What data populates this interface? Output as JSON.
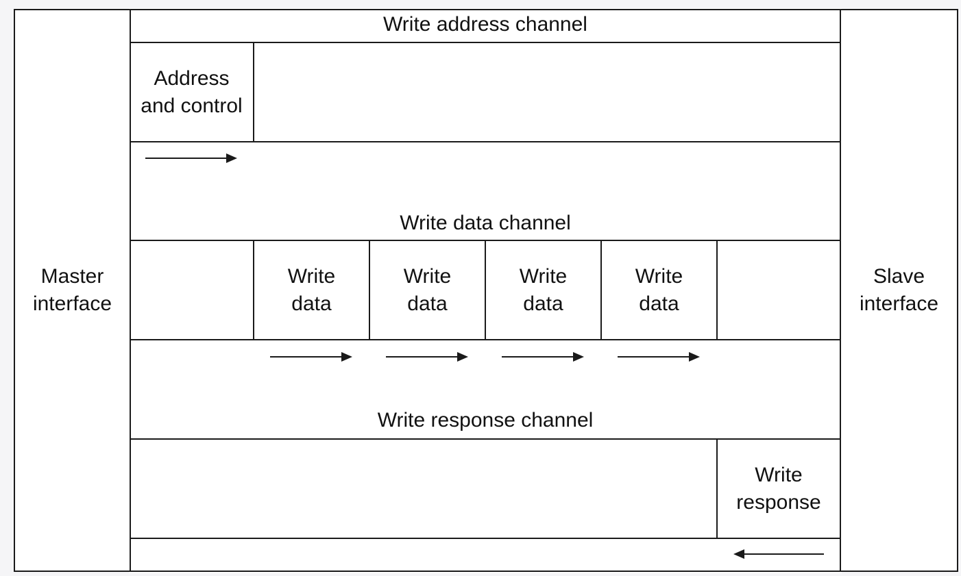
{
  "diagram": {
    "master": {
      "label": "Master\ninterface"
    },
    "slave": {
      "label": "Slave\ninterface"
    },
    "channels": {
      "write_address": {
        "title": "Write address channel",
        "cell_label": "Address\nand control",
        "arrow_direction": "right"
      },
      "write_data": {
        "title": "Write data channel",
        "cells": [
          {
            "label": "Write\ndata"
          },
          {
            "label": "Write\ndata"
          },
          {
            "label": "Write\ndata"
          },
          {
            "label": "Write\ndata"
          }
        ],
        "arrow_direction": "right"
      },
      "write_response": {
        "title": "Write response channel",
        "cell_label": "Write\nresponse",
        "arrow_direction": "left"
      }
    },
    "colors": {
      "line": "#1a1a1a",
      "text": "#111111",
      "background": "#f5f5f7",
      "fill": "#ffffff"
    }
  }
}
